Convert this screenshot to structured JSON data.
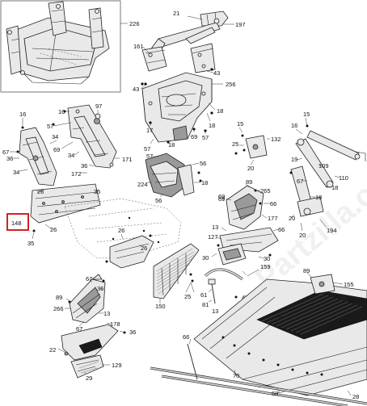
{
  "highlight_color": "#d62020",
  "callouts": {
    "c226": "226",
    "c21": "21",
    "c197": "197",
    "c161": "161",
    "c43a": "43",
    "c43b": "43",
    "c256": "256",
    "c18a": "18",
    "c18b": "18",
    "c18c": "18",
    "c18d": "18",
    "c16a": "16",
    "c16b": "16",
    "c97": "97",
    "c57a": "57",
    "c57b": "57",
    "c57c": "57",
    "c57d": "57",
    "c17": "17",
    "c69a": "69",
    "c69b": "69",
    "c69c": "69",
    "c69d": "69",
    "c34a": "34",
    "c34b": "34",
    "c34c": "34",
    "c36a": "36",
    "c36b": "36",
    "c171": "171",
    "c172": "172",
    "c67a": "67",
    "c67b": "67",
    "c16c": "16",
    "c15": "15",
    "c25a": "25",
    "c25b": "25",
    "c25c": "25",
    "c132": "132",
    "c19": "19",
    "c109": "109",
    "c110": "110",
    "c56a": "56",
    "c56b": "56",
    "c224": "224",
    "c89a": "89",
    "c89b": "89",
    "c265": "265",
    "c66a": "66",
    "c66b": "66",
    "c177": "177",
    "c26a": "26",
    "c26b": "26",
    "c26c": "26",
    "c26d": "26",
    "c35a": "35",
    "c35b": "35",
    "c148": "148",
    "c20a": "20",
    "c20b": "20",
    "c194": "194",
    "c13a": "13",
    "c13b": "13",
    "c127": "127",
    "c30a": "30",
    "c30b": "30",
    "c30c": "30",
    "c159": "159",
    "c155": "155",
    "c150": "150",
    "c61": "61",
    "c81": "81",
    "c266": "266",
    "c178": "178",
    "c22": "22",
    "c129": "129",
    "c29": "29",
    "c70": "70",
    "c68": "68",
    "c28": "28"
  },
  "watermark": "Partzilla.com"
}
